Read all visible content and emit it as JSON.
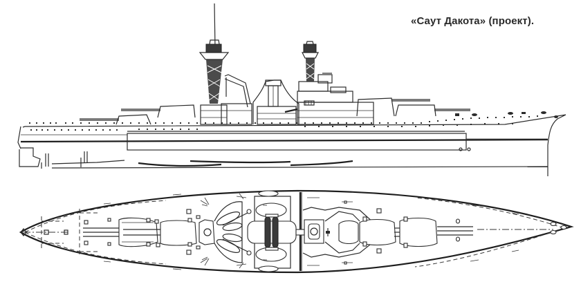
{
  "caption": "«Саут Дакота» (проект).",
  "drawings": {
    "side_view": {
      "label": "side-profile"
    },
    "top_view": {
      "label": "plan-view"
    }
  },
  "colors": {
    "ink": "#2b2b2b",
    "paper": "#ffffff"
  }
}
